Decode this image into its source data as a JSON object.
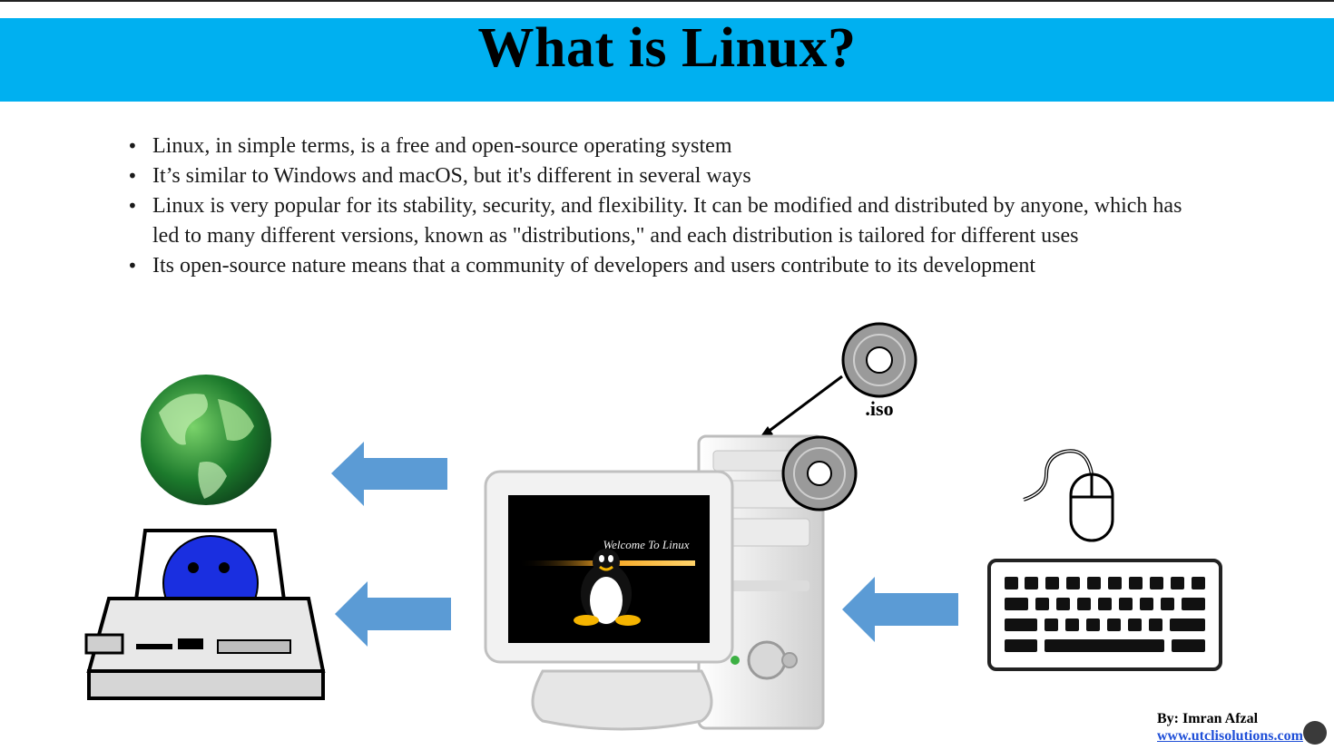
{
  "slide": {
    "title": "What is Linux?",
    "bullets": [
      "Linux, in simple terms, is a free and open-source operating system",
      "It’s similar to Windows and macOS, but it's different in several ways",
      "Linux is very popular for its stability, security, and flexibility. It can be modified and distributed by anyone, which has led to many different versions, known as \"distributions,\" and each distribution is tailored for different uses",
      "Its open-source nature means that a community of  developers and users contribute to its development"
    ],
    "bullet_marker": "•",
    "diagram": {
      "iso_label": ".iso",
      "screen_text": "Welcome To Linux",
      "icons": [
        "globe-icon",
        "printer-icon",
        "computer-icon",
        "cd-disc-icon",
        "mouse-icon",
        "keyboard-icon",
        "tux-penguin-icon",
        "arrow-left-icon"
      ]
    },
    "credit": {
      "author": "By: Imran Afzal",
      "url": "www.utclisolutions.com"
    }
  },
  "colors": {
    "title_bar": "#00b0f0",
    "arrow_fill": "#5b9bd5",
    "smiley": "#1a2fe0"
  }
}
